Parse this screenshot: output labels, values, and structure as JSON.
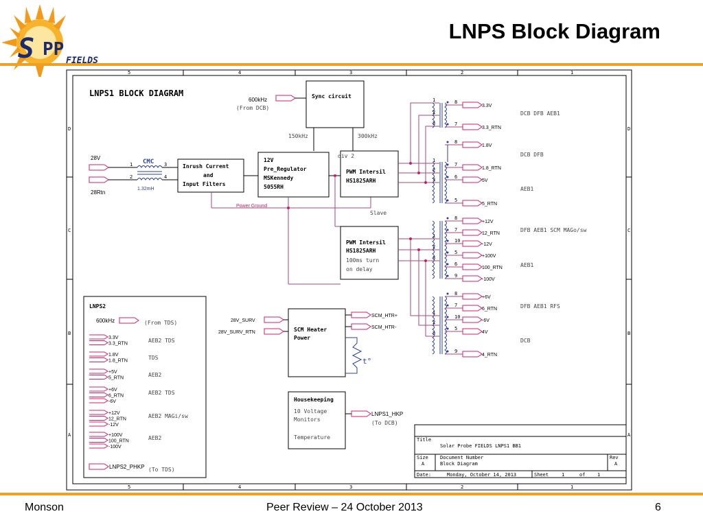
{
  "slide": {
    "title": "LNPS Block Diagram",
    "footer_left": "Monson",
    "footer_center": "Peer Review – 24 October 2013",
    "page_number": "6",
    "logo_text": "SPP FIELDS"
  },
  "frame": {
    "col_labels": [
      "5",
      "4",
      "3",
      "2",
      "1"
    ],
    "row_labels": [
      "D",
      "C",
      "B",
      "A"
    ]
  },
  "lnps1": {
    "heading": "LNPS1 BLOCK DIAGRAM",
    "clock": "600kHz",
    "clock_src": "(From DCB)",
    "sync": "Sync circuit",
    "f150": "150kHz",
    "f300": "300kHz",
    "div2": "div 2",
    "in_28v": "28V",
    "in_28rtn": "28Rtn",
    "cmc": "CMC",
    "cmc_value": "1.32mH",
    "cmc_pins": [
      "1",
      "2",
      "3",
      "4"
    ],
    "inrush": [
      "Inrush Current",
      "and",
      "Input Filters"
    ],
    "prereg": [
      "12V",
      "Pre_Regulator",
      "MSKennedy",
      "5055RH"
    ],
    "pwm1": [
      "PWM Intersil",
      "HS1825ARH"
    ],
    "pwm2": [
      "PWM Intersil",
      "HS1825ARH",
      "100ms turn",
      "on delay"
    ],
    "power_ground": "Power Ground",
    "slave": "Slave",
    "t1_outputs": [
      {
        "pin": "8",
        "label": "3.3V"
      },
      {
        "pin": "7",
        "label": "3.3_RTN"
      },
      {
        "pin": "8",
        "label": "1.8V"
      },
      {
        "pin": "7",
        "label": "1.8_RTN"
      },
      {
        "pin": "6",
        "label": "5V"
      },
      {
        "pin": "5",
        "label": "5_RTN"
      }
    ],
    "t1_primary_pins": [
      "1",
      "2",
      "3",
      "1",
      "2",
      "3"
    ],
    "t2_outputs": [
      {
        "pin": "8",
        "label": "+12V"
      },
      {
        "pin": "7",
        "label": "12_RTN"
      },
      {
        "pin": "10",
        "label": "-12V"
      },
      {
        "pin": "5",
        "label": "+100V"
      },
      {
        "pin": "6",
        "label": "100_RTN"
      },
      {
        "pin": "9",
        "label": "-100V"
      }
    ],
    "t3_outputs": [
      {
        "pin": "8",
        "label": "+6V"
      },
      {
        "pin": "7",
        "label": "6_RTN"
      },
      {
        "pin": "10",
        "label": "-6V"
      },
      {
        "pin": "5",
        "label": "4V"
      },
      {
        "pin": "9",
        "label": "4_RTN"
      }
    ],
    "primary_pins": [
      "1",
      "2",
      "3"
    ],
    "dest": {
      "d1": "DCB  DFB  AEB1",
      "d2": "DCB  DFB",
      "d3": "AEB1",
      "d4": "DFB  AEB1  SCM  MAGo/sw",
      "d5": "AEB1",
      "d6": "DFB  AEB1  RFS",
      "d7": "DCB"
    }
  },
  "lnps2": {
    "heading": "LNPS2",
    "clock": "600kHz",
    "clock_src": "(From TDS)",
    "groups": [
      {
        "lines": [
          "3.3V",
          "3.3_RTN"
        ],
        "dest": "AEB2  TDS"
      },
      {
        "lines": [
          "1.8V",
          "1.8_RTN"
        ],
        "dest": "TDS"
      },
      {
        "lines": [
          "+5V",
          "5_RTN"
        ],
        "dest": "AEB2"
      },
      {
        "lines": [
          "+6V",
          "6_RTN",
          "-6V"
        ],
        "dest": "AEB2  TDS"
      },
      {
        "lines": [
          "+12V",
          "12_RTN",
          "-12V"
        ],
        "dest": "AEB2  MAGi/sw"
      },
      {
        "lines": [
          "+100V",
          "100_RTN",
          "-100V"
        ],
        "dest": "AEB2"
      }
    ],
    "hkp": "LNPS2_PHKP",
    "hkp_dest": "(To TDS)"
  },
  "scm": {
    "in1": "28V_SURV",
    "in2": "28V_SURV_RTN",
    "box": [
      "SCM Heater",
      "Power"
    ],
    "out1": "SCM_HTR+",
    "out2": "SCM_HTR-",
    "thermistor": "t°"
  },
  "hk": {
    "heading": "Housekeeping",
    "lines": [
      "10 Voltage",
      "Monitors",
      "",
      "Temperature"
    ],
    "out": "LNPS1_HKP",
    "out_dest": "(To DCB)"
  },
  "titleblock": {
    "title_label": "Title",
    "title_value": "Solar Probe FIELDS LNPS1  BB1",
    "size_label": "Size",
    "size_value": "A",
    "docnum_label": "Document Number",
    "docnum_value": "Block Diagram",
    "rev_label": "Rev",
    "rev_value": "A",
    "date_label": "Date:",
    "date_value": "Monday, October 14, 2013",
    "sheet_label": "Sheet",
    "sheet_value": "1",
    "of_label": "of",
    "of_value": "1"
  }
}
